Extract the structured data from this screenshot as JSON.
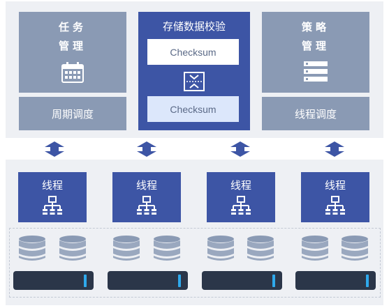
{
  "top": {
    "task_mgmt": {
      "line1": "任务",
      "line2": "管理"
    },
    "cycle_schedule": "周期调度",
    "checksum_panel": {
      "title": "存储数据校验",
      "box_top": "Checksum",
      "box_bottom": "Checksum"
    },
    "strategy_mgmt": {
      "line1": "策略",
      "line2": "管理"
    },
    "thread_schedule": "线程调度"
  },
  "threads": [
    "线程",
    "线程",
    "线程",
    "线程"
  ],
  "colors": {
    "gray_box": "#8a9ab4",
    "blue_box": "#3d55a5",
    "panel_bg": "#eef0f4",
    "disk_bar": "#2b3649",
    "indicator": "#2fa9ec"
  },
  "icons": {
    "task": "calendar-icon",
    "compare": "compare-icon",
    "strategy": "list-icon",
    "thread": "network-tree-icon",
    "storage": "database-icon",
    "arrow": "double-arrow-icon"
  }
}
